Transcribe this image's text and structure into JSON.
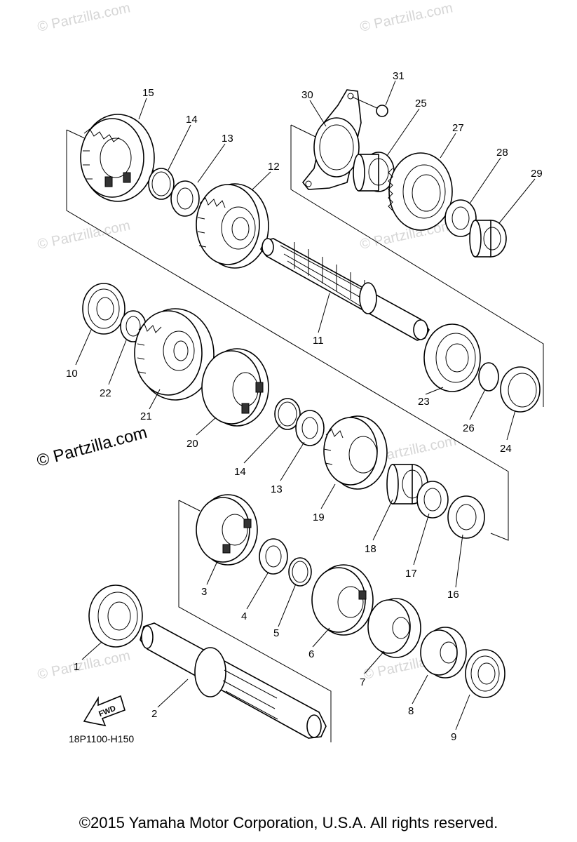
{
  "watermarks": {
    "small": "© Partzilla.com",
    "large": "© Partzilla.com"
  },
  "diagram_code": "18P1100-H150",
  "fwd_label": "FWD",
  "copyright": "©2015  Yamaha Motor Corporation, U.S.A. All rights reserved.",
  "parts": [
    {
      "number": "1",
      "name": "bearing"
    },
    {
      "number": "2",
      "name": "main-axle"
    },
    {
      "number": "3",
      "name": "gear"
    },
    {
      "number": "4",
      "name": "washer"
    },
    {
      "number": "5",
      "name": "circlip"
    },
    {
      "number": "6",
      "name": "gear"
    },
    {
      "number": "7",
      "name": "gear"
    },
    {
      "number": "8",
      "name": "gear"
    },
    {
      "number": "9",
      "name": "bearing"
    },
    {
      "number": "10",
      "name": "bearing"
    },
    {
      "number": "11",
      "name": "drive-axle"
    },
    {
      "number": "12",
      "name": "gear"
    },
    {
      "number": "13",
      "name": "washer"
    },
    {
      "number": "14",
      "name": "circlip"
    },
    {
      "number": "15",
      "name": "gear"
    },
    {
      "number": "16",
      "name": "washer"
    },
    {
      "number": "17",
      "name": "washer"
    },
    {
      "number": "18",
      "name": "bearing"
    },
    {
      "number": "19",
      "name": "gear"
    },
    {
      "number": "20",
      "name": "gear"
    },
    {
      "number": "21",
      "name": "gear"
    },
    {
      "number": "22",
      "name": "washer"
    },
    {
      "number": "23",
      "name": "bearing"
    },
    {
      "number": "24",
      "name": "oil-seal"
    },
    {
      "number": "25",
      "name": "collar"
    },
    {
      "number": "26",
      "name": "o-ring"
    },
    {
      "number": "27",
      "name": "sprocket"
    },
    {
      "number": "28",
      "name": "washer"
    },
    {
      "number": "29",
      "name": "nut"
    },
    {
      "number": "30",
      "name": "bracket"
    },
    {
      "number": "31",
      "name": "bolt"
    }
  ]
}
